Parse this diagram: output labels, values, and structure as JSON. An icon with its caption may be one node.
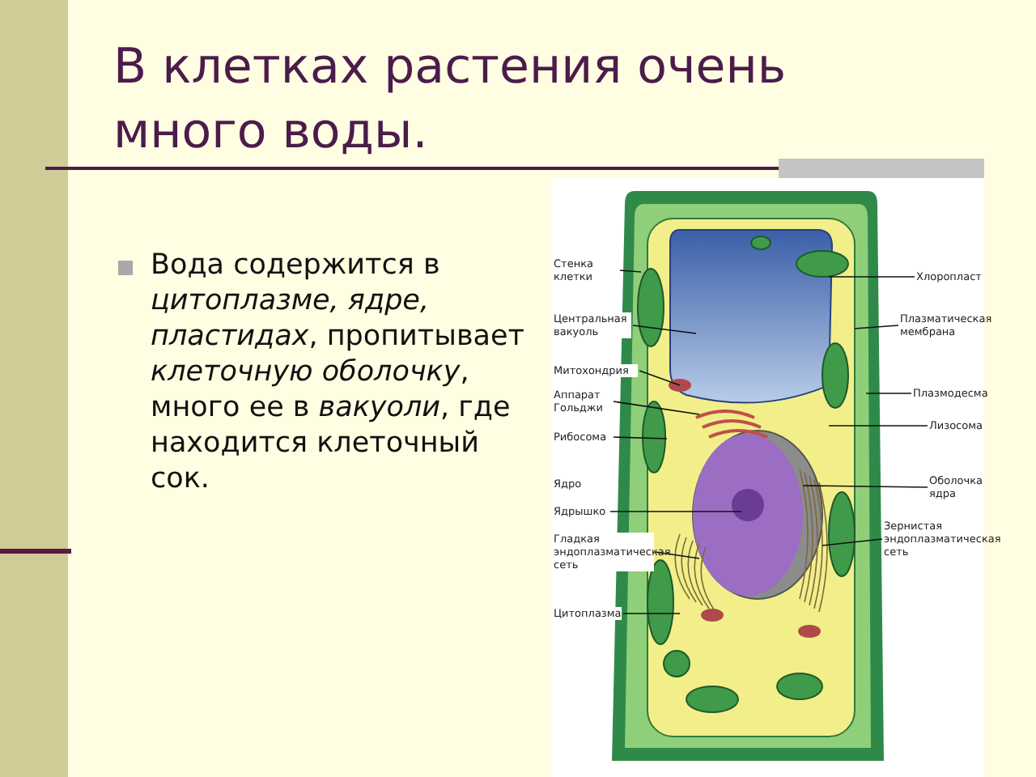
{
  "diagram": {
    "title": "В клетках растения очень много воды.",
    "nodes": [
      {
        "text": [
          "Стенка клетки"
        ]
      },
      {
        "text": [
          "Центральная вакуоль"
        ]
      },
      {
        "text": [
          "Митохондрия"
        ]
      },
      {
        "text": [
          "Аппарат Гольджи"
        ]
      },
      {
        "text": [
          "Рибосома"
        ]
      },
      {
        "text": [
          "Ядрышко"
        ]
      },
      {
        "text": [
          "Гладкая эндоплазматическая сеть"
        ]
      },
      {
        "text": [
          "Цитоплазма"
        ]
      },
      {
        "text": [
          "Хлоропласт"
        ]
      },
      {
        "text": [
          "Плазматическая мембрана"
        ]
      },
      {
        "text": [
          "Плазмодесма"
        ]
      },
      {
        "text": [
          "Лизосома"
        ]
      },
      {
        "text": [
          "Оболочка ядра"
        ]
      },
      {
        "text": [
          "Зернистая эндоплазматическая сеть"
        ]
      }
    ],
    "edges": [
      {
        "from": 0,
        "to": null,
        "arrow": "none"
      },
      {
        "from": 1,
        "to": null,
        "arrow": "none"
      },
      {
        "from": 2,
        "to": null,
        "arrow": "none"
      },
      {
        "from": 3,
        "to": null,
        "arrow": "none"
      },
      {
        "from": 4,
        "to": null,
        "arrow": "none"
      },
      {
        "from": 5,
        "to": null,
        "arrow": "none"
      },
      {
        "from": 6,
        "to": null,
        "arrow": "none"
      },
      {
        "from": 7,
        "to": null,
        "arrow": "none"
      },
      {
        "from": 8,
        "to": null,
        "arrow": "none"
      },
      {
        "from": 9,
        "to": null,
        "arrow": "none"
      },
      {
        "from": 10,
        "to": null,
        "arrow": "none"
      },
      {
        "from": 11,
        "to": null,
        "arrow": "none"
      },
      {
        "from": 12,
        "to": null,
        "arrow": "none"
      },
      {
        "from": 13,
        "to": null,
        "arrow": "none"
      }
    ],
    "labels": [
      "Вода содержится в *цитоплазме, ядре, пластидах*, пропитывает *клеточную оболочку*, много ее в *вакуоли*, где находится клеточный сок.",
      "Ядро"
    ]
  }
}
